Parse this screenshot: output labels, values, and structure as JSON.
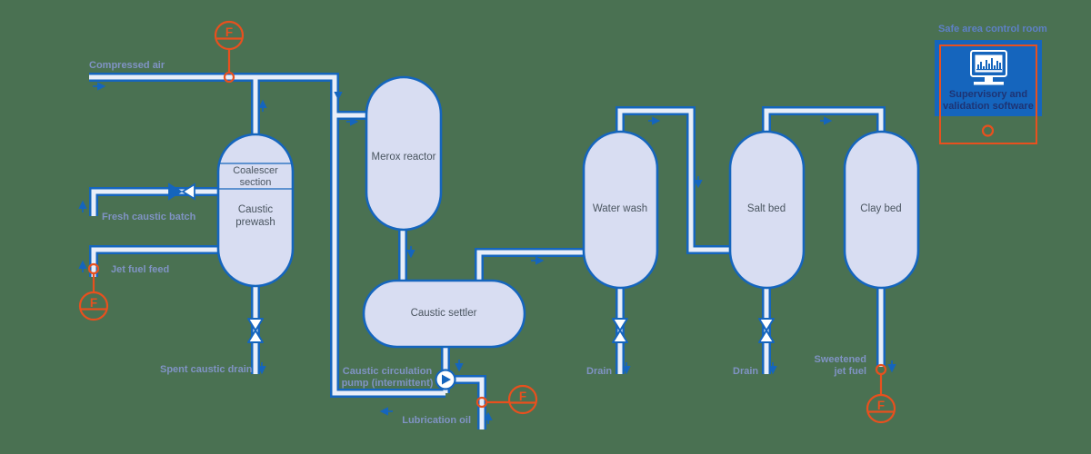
{
  "colors": {
    "background": "#4A7152",
    "line_blue": "#1565BD",
    "pipe_inner": "#E9EEF9",
    "vessel_fill": "#D8DDF2",
    "stream_label": "#8093C4",
    "vessel_label": "#4A5560",
    "instrument_orange": "#E8501E",
    "control_room_fill": "#1565BD",
    "software_text": "#1E3474"
  },
  "vessels": [
    {
      "id": "caustic-prewash",
      "label": "Caustic\nprewash",
      "section_label": "Coalescer\nsection"
    },
    {
      "id": "merox-reactor",
      "label": "Merox reactor"
    },
    {
      "id": "caustic-settler",
      "label": "Caustic settler"
    },
    {
      "id": "water-wash",
      "label": "Water wash"
    },
    {
      "id": "salt-bed",
      "label": "Salt bed"
    },
    {
      "id": "clay-bed",
      "label": "Clay bed"
    }
  ],
  "streams": {
    "compressed_air": "Compressed air",
    "fresh_caustic": "Fresh caustic batch",
    "jet_fuel_feed": "Jet fuel feed",
    "spent_caustic": "Spent caustic drain",
    "pump": "Caustic circulation\npump (intermittent)",
    "lubrication_oil": "Lubrication oil",
    "drain_water_wash": "Drain",
    "drain_salt_bed": "Drain",
    "sweetened": "Sweetened\njet fuel"
  },
  "control_room": {
    "title": "Safe area control room",
    "software": "Supervisory and\nvalidation software",
    "monitor_icon": "bar-chart-monitor-icon"
  },
  "instruments": {
    "flow_symbol": "F",
    "flow_meter_count": 4,
    "pump_icon": "circulation-pump-icon",
    "valve_icon": "valve-icon"
  }
}
